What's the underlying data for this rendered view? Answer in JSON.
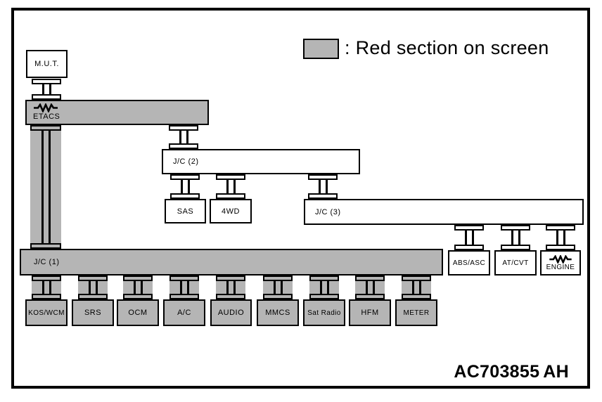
{
  "legend": {
    "swatch_color": "#b5b5b5",
    "label": ": Red section on screen"
  },
  "figure_code": {
    "code": "AC703855",
    "suffix": "AH"
  },
  "colors": {
    "highlighted_fill": "#b5b5b5",
    "default_fill": "#ffffff",
    "line": "#000000"
  },
  "icons": {
    "terminating_resistor": "zigzag-resistor"
  },
  "nodes": {
    "mut": {
      "label": "M.U.T.",
      "highlighted": false
    },
    "etacs": {
      "label": "ETACS",
      "highlighted": true,
      "has_resistor": true
    },
    "jc2": {
      "label": "J/C  (2)",
      "highlighted": false
    },
    "sas": {
      "label": "SAS",
      "highlighted": false
    },
    "fourwd": {
      "label": "4WD",
      "highlighted": false
    },
    "jc3": {
      "label": "J/C  (3)",
      "highlighted": false
    },
    "abs_asc": {
      "label": "ABS/ASC",
      "highlighted": false
    },
    "at_cvt": {
      "label": "AT/CVT",
      "highlighted": false
    },
    "engine": {
      "label": "ENGINE",
      "highlighted": false,
      "has_resistor": true
    },
    "jc1": {
      "label": "J/C  (1)",
      "highlighted": true
    },
    "kos_wcm": {
      "label": "KOS/WCM",
      "highlighted": true
    },
    "srs": {
      "label": "SRS",
      "highlighted": true
    },
    "ocm": {
      "label": "OCM",
      "highlighted": true
    },
    "ac": {
      "label": "A/C",
      "highlighted": true
    },
    "audio": {
      "label": "AUDIO",
      "highlighted": true
    },
    "mmcs": {
      "label": "MMCS",
      "highlighted": true
    },
    "sat_radio": {
      "label": "Sat Radio",
      "highlighted": true
    },
    "hfm": {
      "label": "HFM",
      "highlighted": true
    },
    "meter": {
      "label": "METER",
      "highlighted": true
    }
  }
}
